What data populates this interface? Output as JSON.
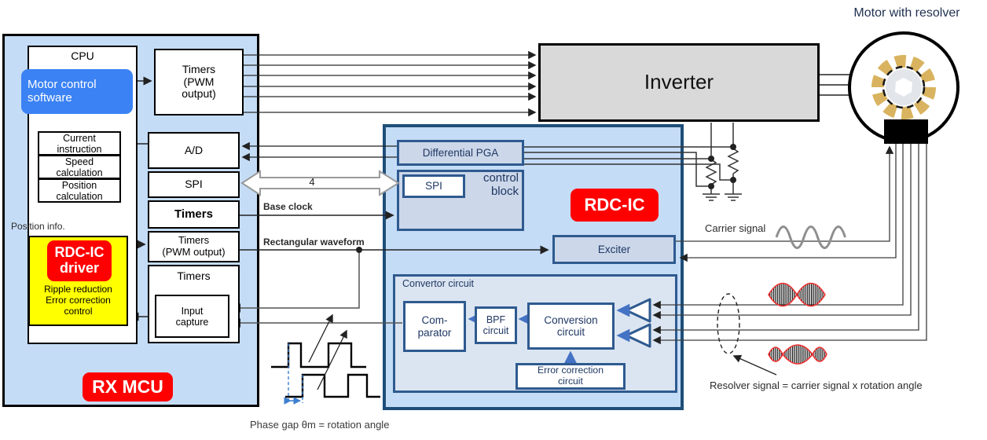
{
  "diagram": {
    "colors": {
      "panel_blue": "#c5dcf6",
      "sub_panel": "#ccd7e9",
      "convertor_fill": "#dbe5f1",
      "navy_border": "#2e5a8f",
      "badge_red": "#ff0000",
      "driver_yellow": "#ffff00",
      "software_blue": "#3b82f4",
      "inverter_gray": "#d9d9d9"
    },
    "mcu": {
      "badge": "RX MCU",
      "cpu": {
        "title": "CPU",
        "software": "Motor control software",
        "blocks": [
          {
            "label": "Current\ninstruction"
          },
          {
            "label": "Speed\ncalculation"
          },
          {
            "label": "Position\ncalculation"
          }
        ],
        "position_info": "Position info.",
        "driver": {
          "badge": "RDC-IC\ndriver",
          "description": "Ripple reduction\nError correction\ncontrol"
        }
      },
      "peripherals": {
        "timers_pwm_a": "Timers\n(PWM\noutput)",
        "ad": "A/D",
        "spi": "SPI",
        "timers_main": "Timers",
        "timers_pwm_b": "Timers\n(PWM output)",
        "timers_c": "Timers",
        "input_capture": "Input\ncapture"
      }
    },
    "rdc_ic": {
      "badge": "RDC-IC",
      "differential_pga": "Differential PGA",
      "control_block": {
        "label": "control\nblock",
        "spi": "SPI"
      },
      "exciter": "Exciter",
      "convertor": {
        "title": "Convertor circuit",
        "comparator": "Com-\nparator",
        "bpf": "BPF\ncircuit",
        "conversion": "Conversion\ncircuit",
        "error_correction": "Error correction\ncircuit"
      }
    },
    "inverter": "Inverter",
    "motor": "Motor with resolver",
    "signals": {
      "spi_bus_width": "4",
      "base_clock": "Base clock",
      "rectangular_waveform": "Rectangular waveform",
      "carrier_signal": "Carrier signal",
      "resolver_note": "Resolver signal = carrier signal x rotation angle",
      "phase_gap_note": "Phase gap θm = rotation angle"
    }
  }
}
